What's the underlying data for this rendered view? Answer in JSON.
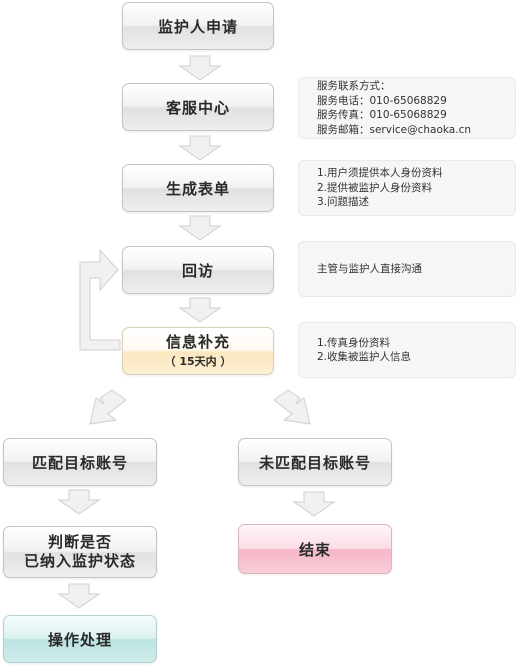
{
  "nodes": {
    "apply": "监护人申请",
    "service_center": "客服中心",
    "form": "生成表单",
    "visit": "回访",
    "supplement": "信息补充",
    "supplement_sub": "（ 15天内 ）",
    "matched": "匹配目标账号",
    "unmatched": "未匹配目标账号",
    "judge_line1": "判断是否",
    "judge_line2": "已纳入监护状态",
    "end": "结束",
    "operate": "操作处理"
  },
  "notes": {
    "service_center": [
      "服务联系方式：",
      "服务电话：010-65068829",
      "服务传真：010-65068829",
      "服务邮箱：service@chaoka.cn"
    ],
    "form": [
      "1.用户须提供本人身份资料",
      "2.提供被监护人身份资料",
      "3.问题描述"
    ],
    "visit": [
      "主管与监护人直接沟通"
    ],
    "supplement": [
      "1.传真身份资料",
      "2.收集被监护人信息"
    ]
  }
}
